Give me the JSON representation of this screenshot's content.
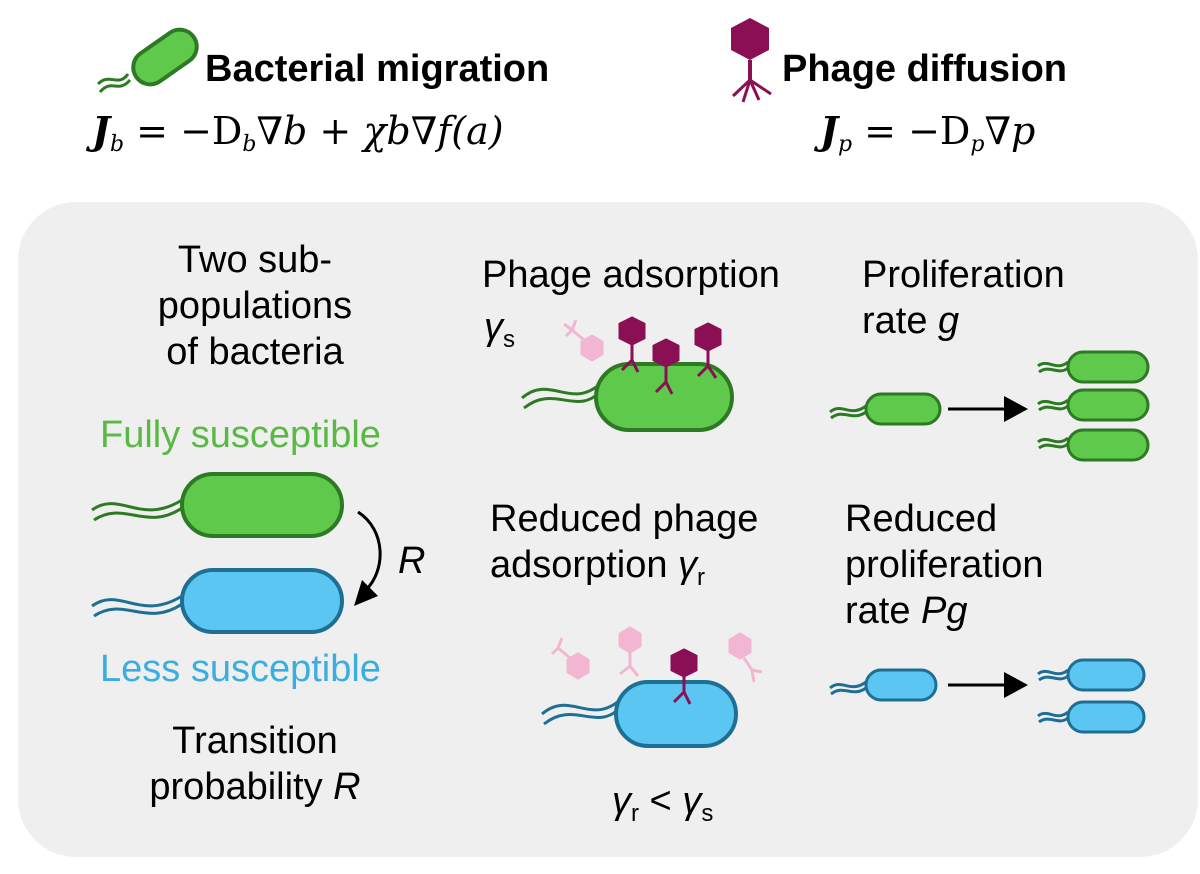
{
  "header": {
    "bacterial_title": "Bacterial migration",
    "bacterial_eq": {
      "lhs": "J",
      "lhs_sub": "b",
      "rhs": " = −D",
      "rhs_sub": "b",
      "rest": "∇b + χb∇f(a)"
    },
    "phage_title": "Phage diffusion",
    "phage_eq": {
      "lhs": "J",
      "lhs_sub": "p",
      "rhs": " = −D",
      "rhs_sub": "p",
      "rest": "∇p"
    }
  },
  "left": {
    "subpop_line1": "Two sub-",
    "subpop_line2": "populations",
    "subpop_line3": "of bacteria",
    "fully": "Fully susceptible",
    "less": "Less susceptible",
    "arrow_label": "R",
    "transition_line1": "Transition",
    "transition_line2": "probability ",
    "transition_var": "R"
  },
  "middle": {
    "adsorption_title": "Phage adsorption",
    "adsorption_sym": "γ",
    "adsorption_sub": "s",
    "reduced_line1": "Reduced phage",
    "reduced_line2": "adsorption ",
    "reduced_sym": "γ",
    "reduced_sub": "r",
    "ineq_left": "γ",
    "ineq_left_sub": "r",
    "ineq_op": " < ",
    "ineq_right": "γ",
    "ineq_right_sub": "s"
  },
  "right": {
    "prolif_line1": "Proliferation",
    "prolif_line2": "rate ",
    "prolif_var": "g",
    "reduced_line1": "Reduced",
    "reduced_line2": "proliferation",
    "reduced_line3": "rate ",
    "reduced_var": "Pg"
  },
  "colors": {
    "green_fill": "#5ec94a",
    "green_stroke": "#2e7a24",
    "blue_fill": "#5cc6f2",
    "blue_stroke": "#1f6f94",
    "phage_dark": "#8a0f55",
    "phage_light": "#f2b6d2",
    "panel_bg": "#efefef"
  }
}
